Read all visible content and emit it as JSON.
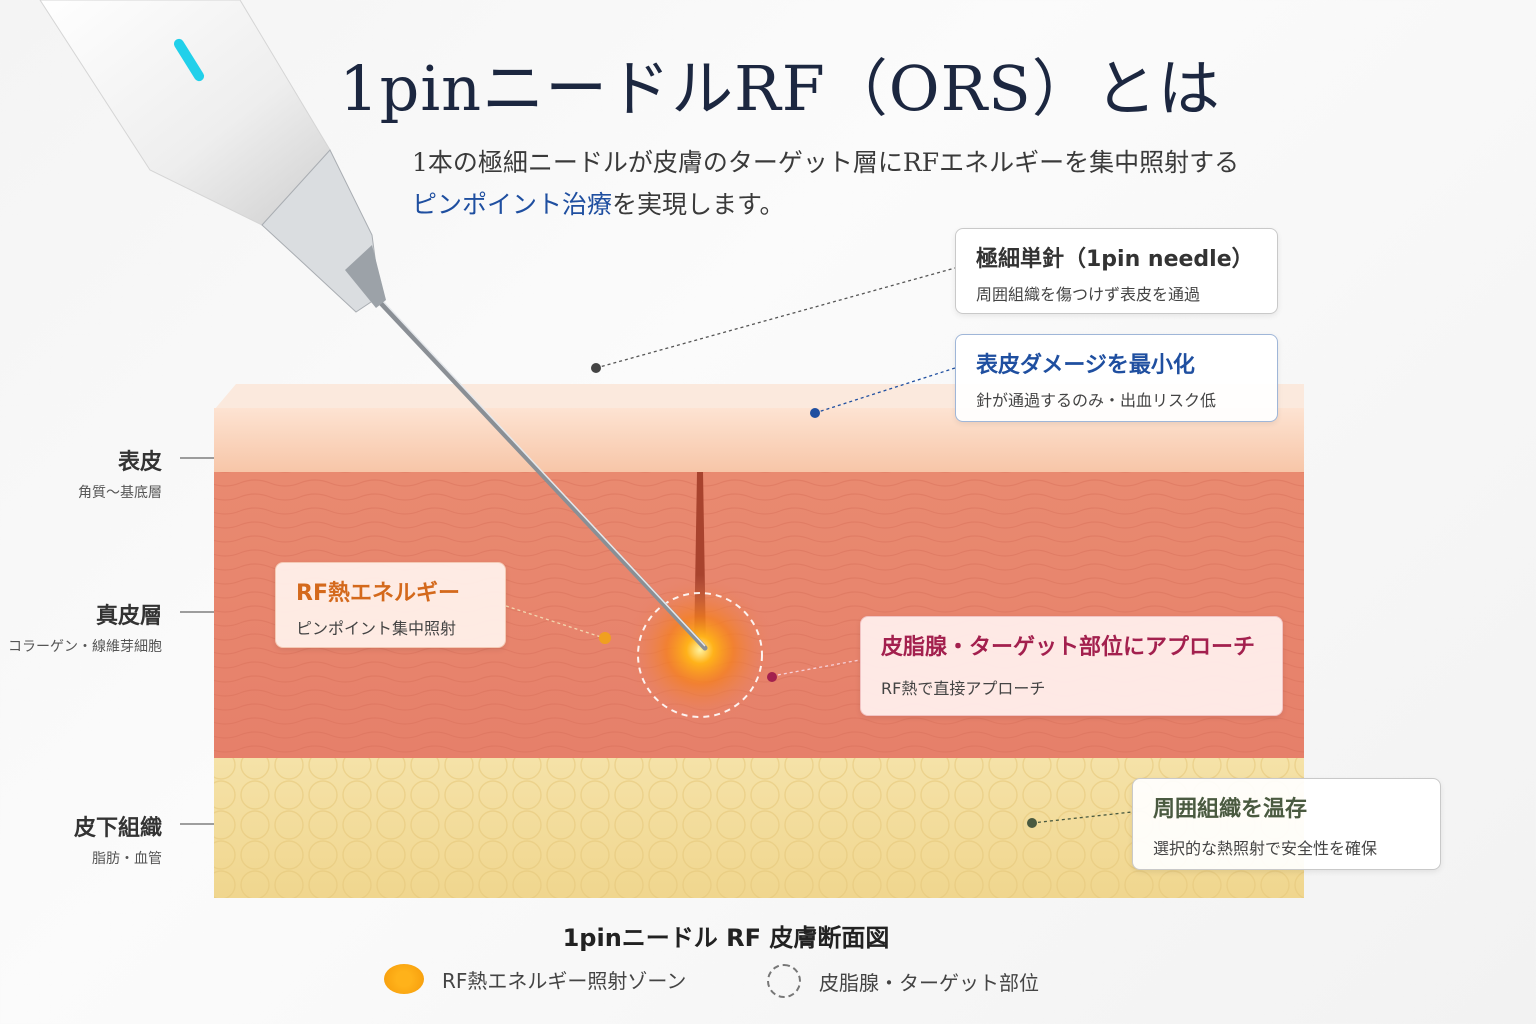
{
  "title": "1pinニードルRF（ORS）とは",
  "lead": {
    "line1": "1本の極細ニードルが皮膚のターゲット層にRFエネルギーを集中照射する",
    "highlight": "ピンポイント治療",
    "line2_rest": "を実現します。"
  },
  "layers": [
    {
      "name": "表皮",
      "desc": "角質〜基底層"
    },
    {
      "name": "真皮層",
      "desc": "コラーゲン・線維芽細胞"
    },
    {
      "name": "皮下組織",
      "desc": "脂肪・血管"
    }
  ],
  "callouts": {
    "needle": {
      "heading": "極細単針（1pin needle）",
      "sub": "周囲組織を傷つけず表皮を通過"
    },
    "epidermis": {
      "heading": "表皮ダメージを最小化",
      "sub": "針が通過するのみ・出血リスク低"
    },
    "rf": {
      "heading": "RF熱エネルギー",
      "sub": "ピンポイント集中照射"
    },
    "target": {
      "heading": "皮脂腺・ターゲット部位にアプローチ",
      "sub": "RF熱で直接アプローチ"
    },
    "preserve": {
      "heading": "周囲組織を温存",
      "sub": "選択的な熱照射で安全性を確保"
    }
  },
  "caption": "1pinニードル RF 皮膚断面図",
  "legend": {
    "heat": "RF熱エネルギー照射ゾーン",
    "target": "皮脂腺・ターゲット部位"
  },
  "colors": {
    "title": "#1c2740",
    "highlight": "#1f4fa0",
    "epidermis": "#f9cdb2",
    "dermis": "#e9826a",
    "subcutis": "#f2dc98",
    "rf": "#d4691c",
    "target": "#a3204e",
    "preserve": "#4a5a40"
  }
}
